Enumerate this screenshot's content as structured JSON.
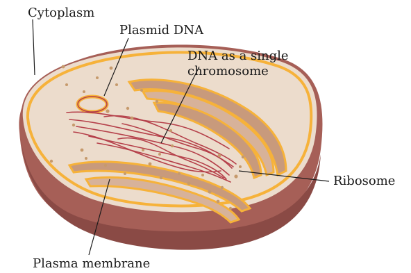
{
  "labels": {
    "cytoplasm": "Cytoplasm",
    "plasmid_dna": "Plasmid DNA",
    "dna_line1": "DNA as a single",
    "dna_line2": "chromosome",
    "ribosome": "Ribosome",
    "plasma_membrane": "Plasma membrane"
  },
  "colors": {
    "outer_wall": "#a65f57",
    "wall_dark": "#8a4a45",
    "cytoplasm": "#ecdccc",
    "membrane": "#f6b23a",
    "fold_fill": "#c89a7c",
    "dna": "#b5404a",
    "ribosome": "#c69a6c",
    "leader": "#1a1a1a"
  }
}
